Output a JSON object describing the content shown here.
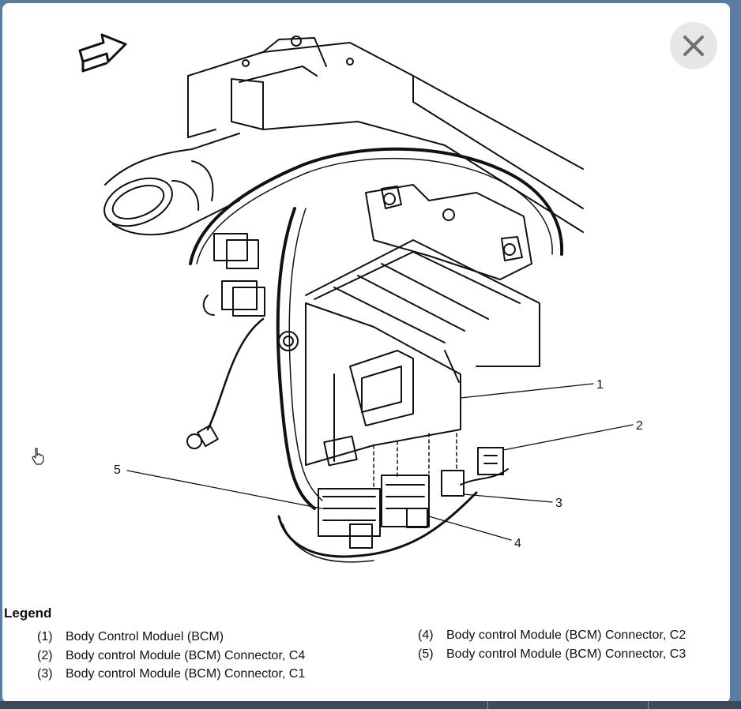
{
  "callouts": [
    "1",
    "2",
    "3",
    "4",
    "5"
  ],
  "legend": {
    "title": "Legend",
    "items": [
      {
        "num": "(1)",
        "text": "Body Control Moduel (BCM)"
      },
      {
        "num": "(2)",
        "text": "Body control Module (BCM) Connector, C4"
      },
      {
        "num": "(3)",
        "text": "Body control Module (BCM) Connector, C1"
      },
      {
        "num": "(4)",
        "text": "Body control Module (BCM) Connector, C2"
      },
      {
        "num": "(5)",
        "text": "Body control Module (BCM) Connector, C3"
      }
    ]
  },
  "icons": {
    "close": "close-icon",
    "direction": "forward-arrow-icon",
    "cursor": "hand-cursor-icon"
  }
}
